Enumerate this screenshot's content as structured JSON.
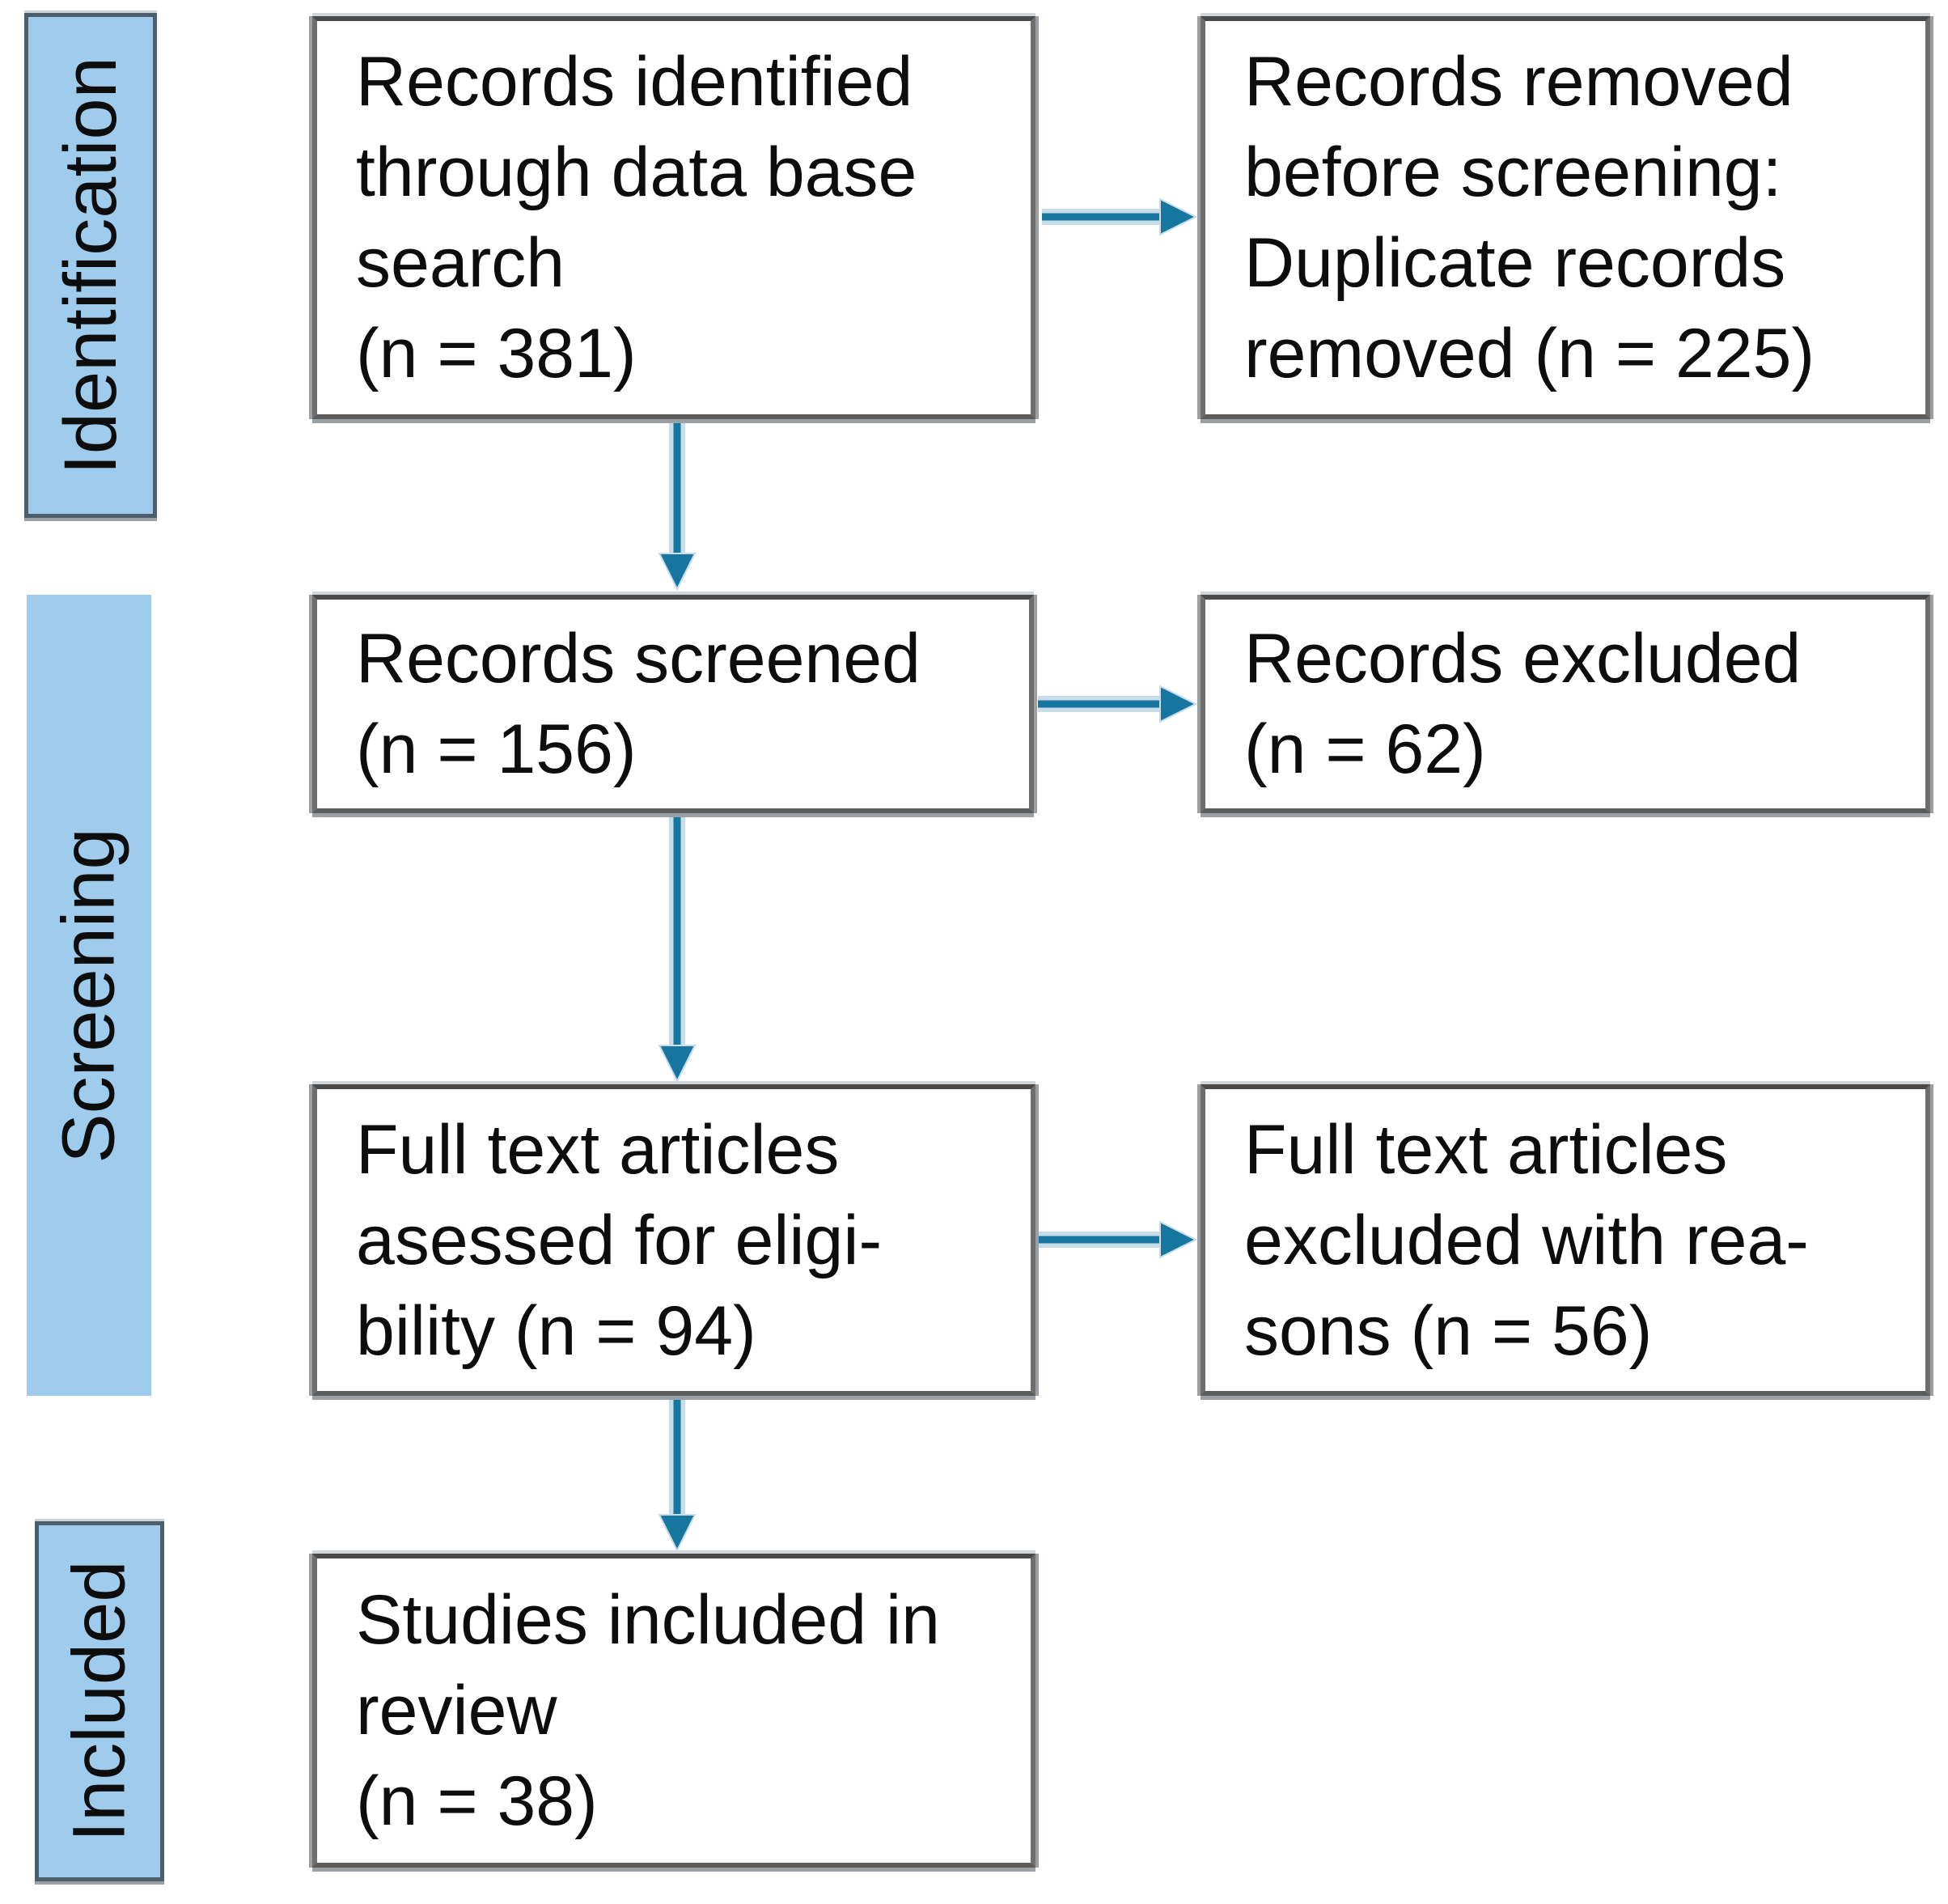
{
  "colors": {
    "background": "#ffffff",
    "label_fill": "#9fccec",
    "label_border": "#4d5f6a",
    "box_fill": "#ffffff",
    "box_border": "#4a4a4a",
    "box_border_side": "#6e6e6e",
    "box_highlight": "#d3d6d8",
    "box_shadow": "#9aa0a3",
    "arrow": "#1776a0",
    "arrow_halo": "#c8dde8",
    "text": "#0d0d0d"
  },
  "stages": [
    {
      "id": "identification",
      "label": "Identification"
    },
    {
      "id": "screening",
      "label": "Screening"
    },
    {
      "id": "included",
      "label": "Included"
    }
  ],
  "boxes": {
    "identified": {
      "lines": [
        "Records identified",
        "through data base",
        "search",
        "(n = 381)"
      ]
    },
    "removed": {
      "lines": [
        "Records removed",
        "before screening:",
        "Duplicate records",
        "removed (n = 225)"
      ]
    },
    "screened": {
      "lines": [
        "Records screened",
        "(n = 156)"
      ]
    },
    "excluded": {
      "lines": [
        "Records excluded",
        "(n = 62)"
      ]
    },
    "fulltext": {
      "lines": [
        "Full text articles",
        "asessed for eligi-",
        "bility (n = 94)"
      ]
    },
    "fulltext_excluded": {
      "lines": [
        "Full text articles",
        "excluded with rea-",
        "sons (n = 56)"
      ]
    },
    "included_studies": {
      "lines": [
        "Studies included in",
        "review",
        "(n = 38)"
      ]
    }
  },
  "counts": {
    "records_identified": 381,
    "duplicates_removed": 225,
    "records_screened": 156,
    "records_excluded": 62,
    "fulltext_assessed": 94,
    "fulltext_excluded": 56,
    "studies_included": 38
  }
}
